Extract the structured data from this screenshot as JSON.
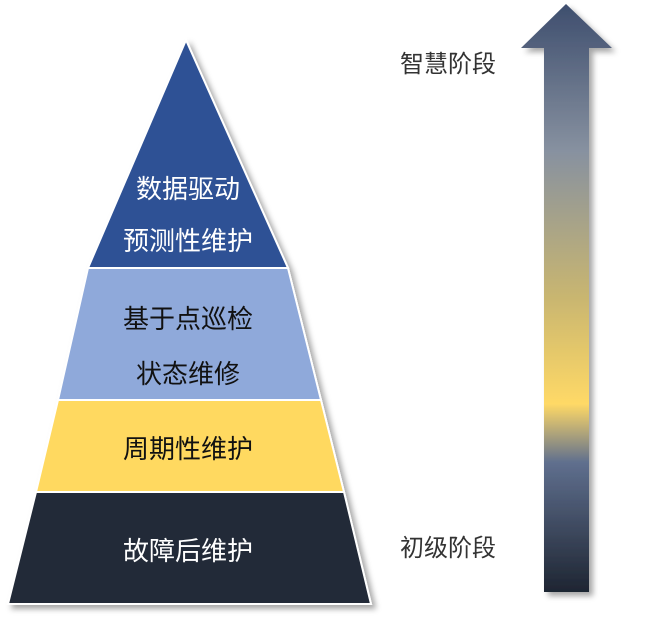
{
  "pyramid": {
    "tiers": [
      {
        "lines": [
          "数据驱动",
          "预测性维护"
        ],
        "fill": "#2E5195",
        "text_color": "#FFFFFF"
      },
      {
        "lines": [
          "基于点巡检",
          "状态维修"
        ],
        "fill": "#8FA9DA",
        "text_color": "#111111"
      },
      {
        "lines": [
          "周期性维护"
        ],
        "fill": "#FFD960",
        "text_color": "#111111"
      },
      {
        "lines": [
          "故障后维护"
        ],
        "fill": "#222A38",
        "text_color": "#FFFFFF"
      }
    ]
  },
  "progress_arrow": {
    "top_label": "智慧阶段",
    "bottom_label": "初级阶段",
    "gradient": [
      "#3E4E6E",
      "#8791A0",
      "#C9B670",
      "#FFD966",
      "#5F6F8E",
      "#1E2532"
    ]
  }
}
